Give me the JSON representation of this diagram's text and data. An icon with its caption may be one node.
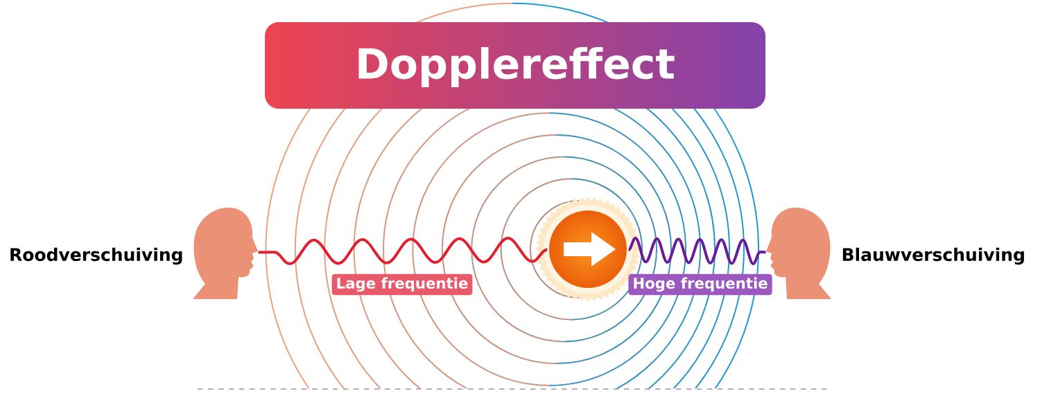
{
  "diagram": {
    "title": "Dopplereffect",
    "nodes": [
      {
        "text": [],
        "shape": "person",
        "beside": [
          "Roodverschuiving"
        ]
      },
      {
        "text": [],
        "shape": "circle"
      },
      {
        "text": [],
        "shape": "person",
        "beside": [
          "Blauwverschuiving"
        ]
      },
      {
        "text": [
          "Lage frequentie"
        ]
      },
      {
        "text": [
          "Hoge frequentie"
        ]
      }
    ],
    "edges": [
      {
        "from": 1,
        "to": 0,
        "arrow": "none",
        "color": "#e0202f"
      },
      {
        "from": 1,
        "to": 2,
        "arrow": "none",
        "color": "#6a1b9a"
      }
    ]
  }
}
